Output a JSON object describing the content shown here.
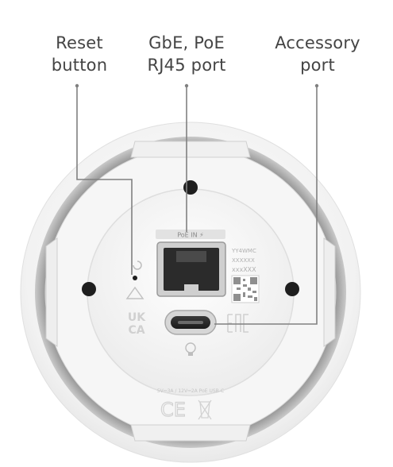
{
  "callouts": {
    "reset": {
      "line1": "Reset",
      "line2": "button"
    },
    "rj45": {
      "line1": "GbE, PoE",
      "line2": "RJ45 port"
    },
    "accessory": {
      "line1": "Accessory",
      "line2": "port"
    }
  },
  "device": {
    "poe_label": "PoE IN ⚡",
    "model_code": "YY4WMC",
    "serial_masked_1": "XXXXXX",
    "serial_masked_2": "xxxXXX",
    "ukca_mark_top": "UK",
    "ukca_mark_bottom": "CA",
    "ce_mark": "CE",
    "rating_text": "5V⎓3A / 12V⎓2A   PoE  USB-C"
  },
  "colors": {
    "housing": "#f4f4f4",
    "ring_gray": "#9a9a9a",
    "leader_line": "#808080",
    "port_dark": "#2b2b2b"
  }
}
